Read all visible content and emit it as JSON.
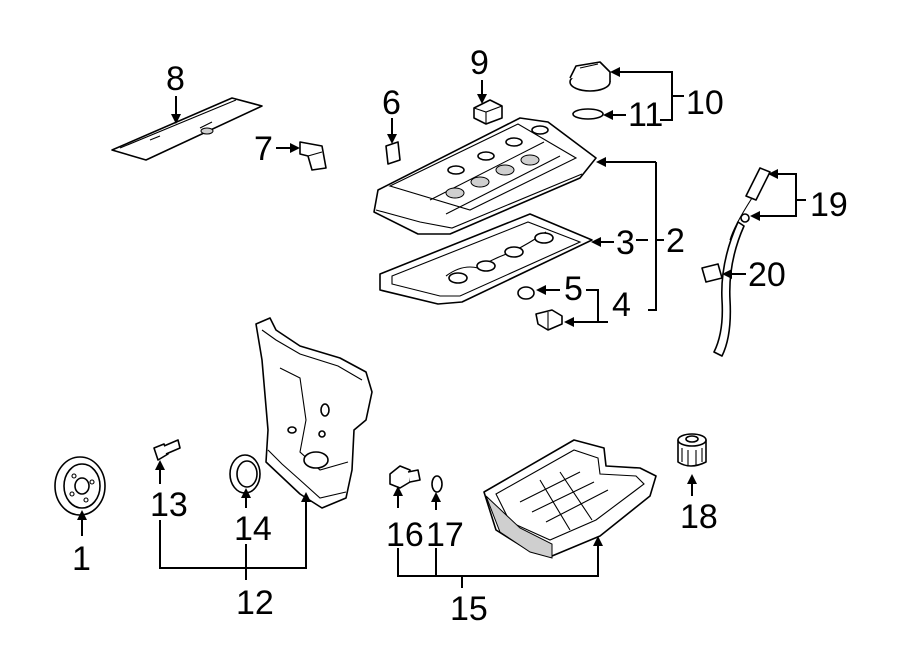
{
  "callouts": {
    "c1": "1",
    "c2": "2",
    "c3": "3",
    "c4": "4",
    "c5": "5",
    "c6": "6",
    "c7": "7",
    "c8": "8",
    "c9": "9",
    "c10": "10",
    "c11": "11",
    "c12": "12",
    "c13": "13",
    "c14": "14",
    "c15": "15",
    "c16": "16",
    "c17": "17",
    "c18": "18",
    "c19": "19",
    "c20": "20"
  },
  "colors": {
    "line": "#000000",
    "background": "#ffffff",
    "shade": "#cfcfcf"
  }
}
